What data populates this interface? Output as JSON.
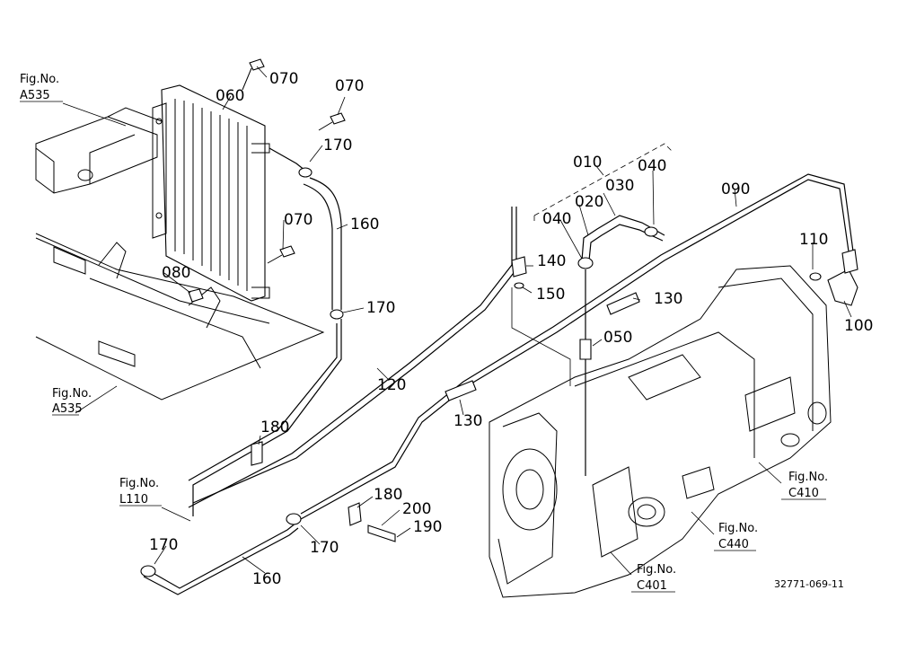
{
  "diagram": {
    "part_labels": {
      "p010": "010",
      "p020": "020",
      "p030": "030",
      "p040_a": "040",
      "p040_b": "040",
      "p050": "050",
      "p060": "060",
      "p070_a": "070",
      "p070_b": "070",
      "p070_c": "070",
      "p080": "080",
      "p090": "090",
      "p100": "100",
      "p110": "110",
      "p120": "120",
      "p130_a": "130",
      "p130_b": "130",
      "p140": "140",
      "p150": "150",
      "p160_a": "160",
      "p160_b": "160",
      "p170_a": "170",
      "p170_b": "170",
      "p170_c": "170",
      "p170_d": "170",
      "p180_a": "180",
      "p180_b": "180",
      "p190": "190",
      "p200": "200"
    },
    "fig_refs": {
      "a535_top": {
        "line1": "Fig.No.",
        "line2": "A535"
      },
      "a535_bottom": {
        "line1": "Fig.No.",
        "line2": "A535"
      },
      "l110": {
        "line1": "Fig.No.",
        "line2": "L110"
      },
      "c410": {
        "line1": "Fig.No.",
        "line2": "C410"
      },
      "c440": {
        "line1": "Fig.No.",
        "line2": "C440"
      },
      "c401": {
        "line1": "Fig.No.",
        "line2": "C401"
      }
    },
    "drawing_id": "32771-069-11"
  }
}
